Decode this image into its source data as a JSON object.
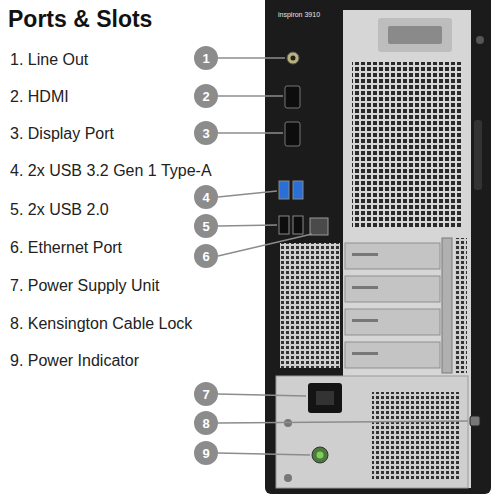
{
  "diagram": {
    "title": "Ports & Slots",
    "nodes": [
      {
        "text": [
          "1"
        ]
      },
      {
        "text": [
          "2"
        ]
      },
      {
        "text": [
          "3"
        ]
      },
      {
        "text": [
          "4"
        ]
      },
      {
        "text": [
          "5"
        ]
      },
      {
        "text": [
          "6"
        ]
      },
      {
        "text": [
          "7"
        ]
      },
      {
        "text": [
          "8"
        ]
      },
      {
        "text": [
          "9"
        ]
      }
    ],
    "labels": [
      "1. Line Out",
      "2. HDMI",
      "3. Display Port",
      "4. 2x USB 3.2 Gen 1 Type-A",
      "5. 2x USB 2.0",
      "6. Ethernet Port",
      "7. Power Supply Unit",
      "8. Kensington Cable Lock",
      "9. Power Indicator",
      "inspiron 3910"
    ]
  }
}
